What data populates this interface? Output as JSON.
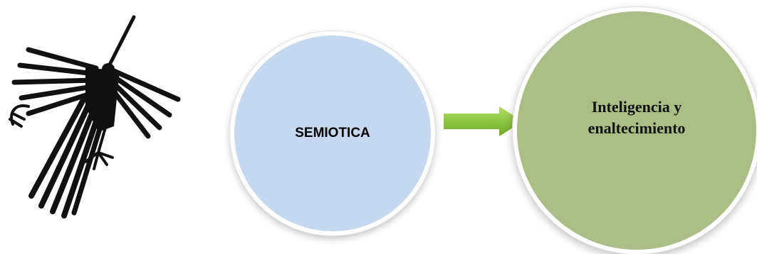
{
  "diagram": {
    "nodes": [
      {
        "id": "semiotica",
        "label": "SEMIOTICA",
        "color": "#c5d8ef"
      },
      {
        "id": "inteligencia",
        "label": "Inteligencia y enaltecimiento",
        "color": "#aabe86"
      }
    ],
    "edges": [
      {
        "from": "semiotica",
        "to": "inteligencia",
        "color": "#8cc63f"
      }
    ]
  },
  "illustration": {
    "icon": "nazca-condor-figure",
    "color": "#111111"
  }
}
